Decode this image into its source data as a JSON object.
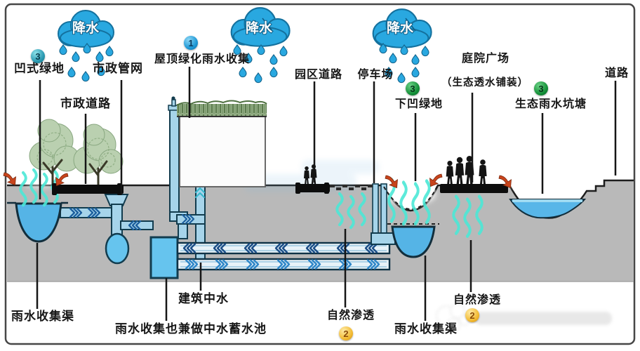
{
  "clouds": [
    {
      "label": "降水"
    },
    {
      "label": "降水"
    },
    {
      "label": "降水"
    }
  ],
  "badges": [
    {
      "num": "1"
    },
    {
      "num": "3"
    },
    {
      "num": "3"
    },
    {
      "num": "3"
    },
    {
      "num": "2"
    },
    {
      "num": "2"
    }
  ],
  "labels": {
    "concave_green": "凹式绿地",
    "municipal_pipes": "市政管网",
    "municipal_road": "市政道路",
    "roof_rain": "屋顶绿化雨水收集",
    "park_road": "园区道路",
    "parking": "停车场",
    "sunken_green": "下凹绿地",
    "plaza": "庭院广场",
    "eco_paving": "（生态透水铺装）",
    "eco_pond": "生态雨水坑塘",
    "road": "道路",
    "rain_channel_left": "雨水收集渠",
    "building_greywater": "建筑中水",
    "storage": "雨水收集也兼做中水蓄水池",
    "infiltration_left": "自然渗透",
    "rain_channel_right": "雨水收集渠",
    "infiltration_right": "自然渗透"
  },
  "colors": {
    "cloud": "#29a8e0",
    "water": "#58b6e8",
    "pipe": "#a6d4ea",
    "evaporation": "#4ce8d6",
    "ground": "#b9b9b9",
    "arrow": "#c8441c",
    "badge_blue": "#1e98d6",
    "badge_green": "#149038",
    "badge_yellow": "#f2ba32",
    "badge_teal": "#2b9ab2"
  }
}
